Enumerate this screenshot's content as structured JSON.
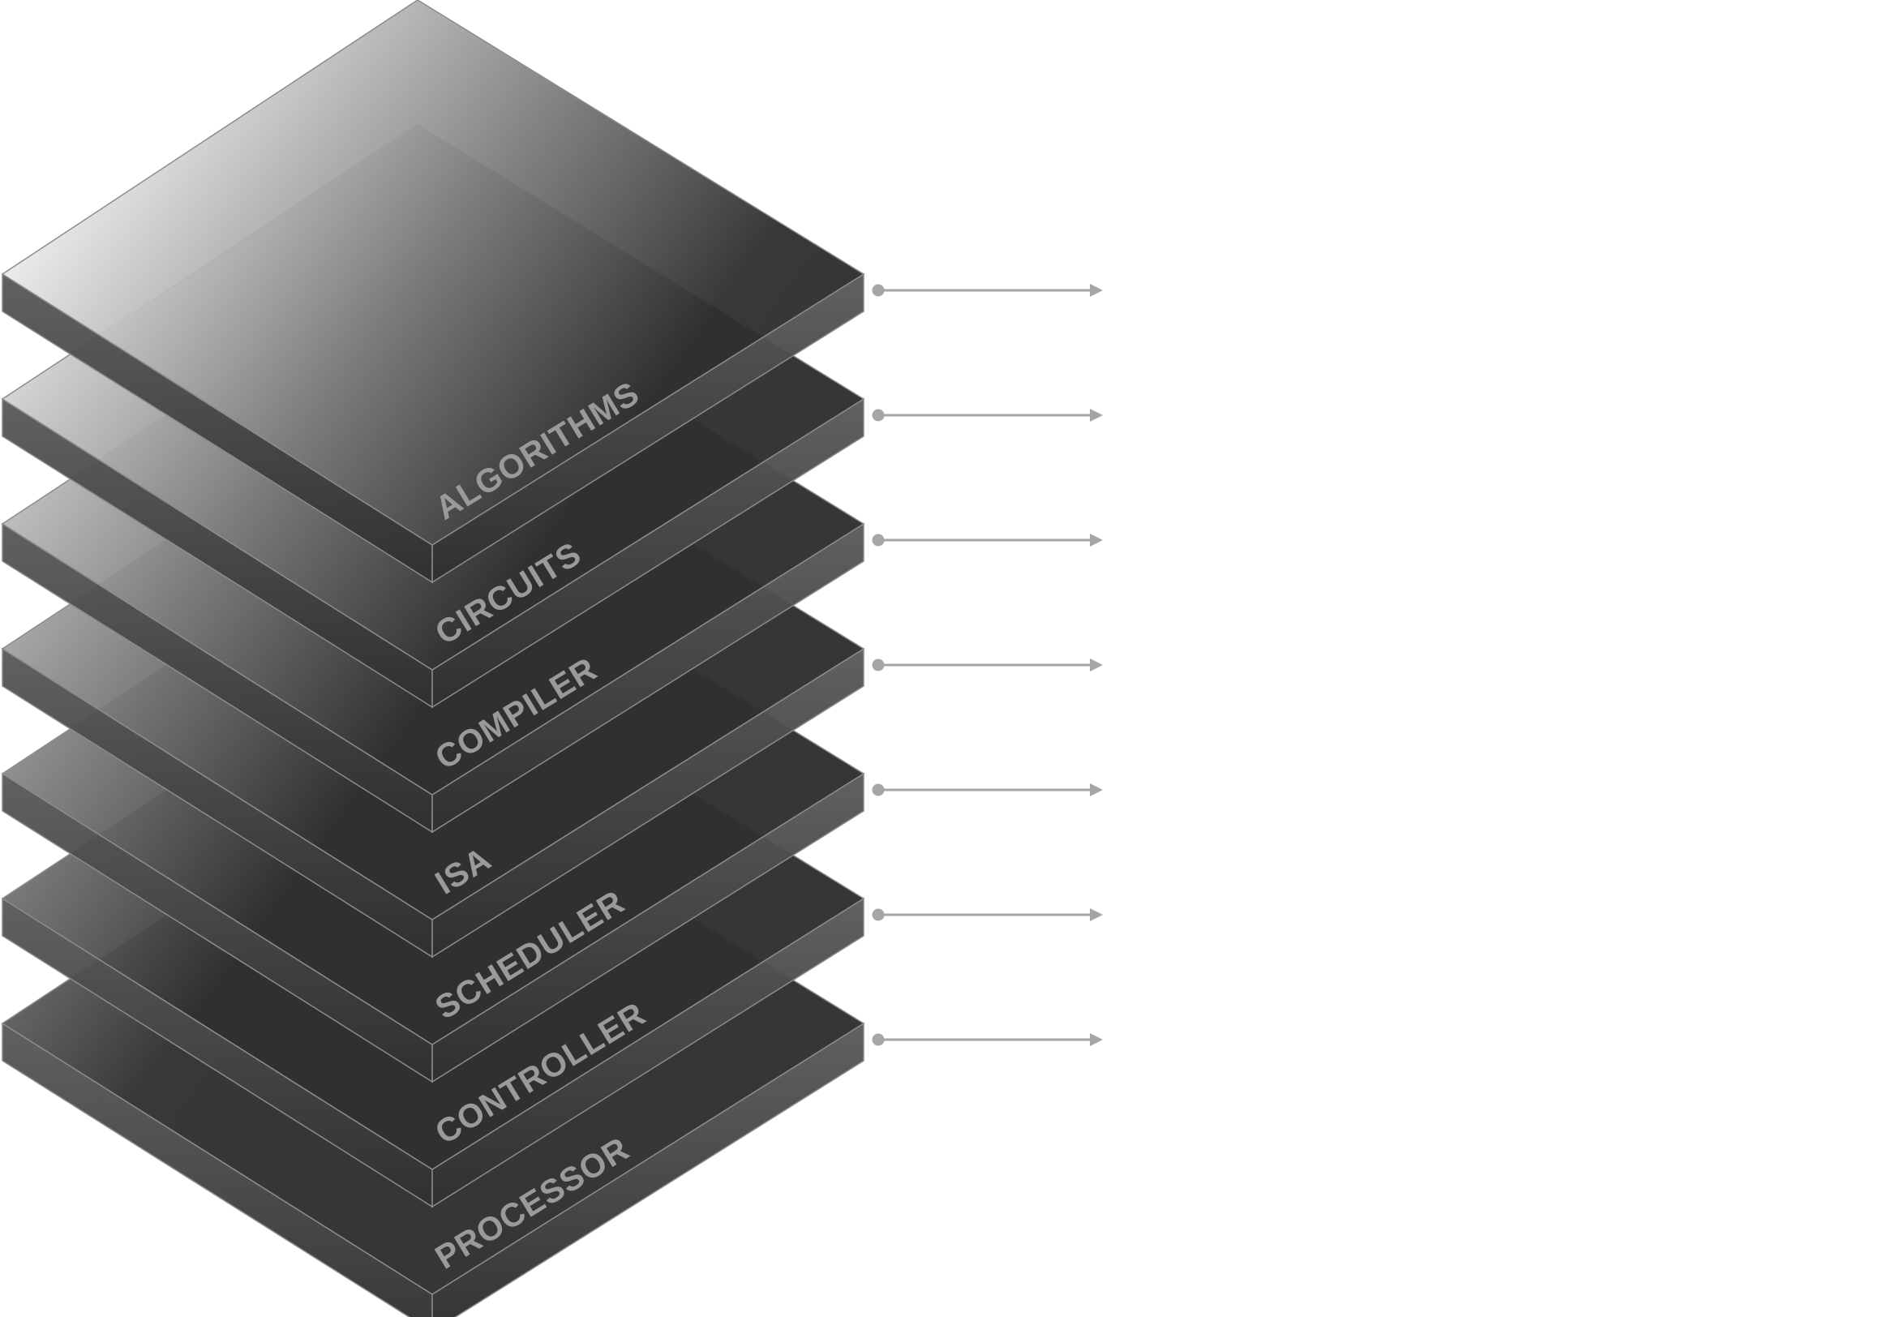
{
  "diagram": {
    "layers": [
      {
        "label": "ALGORITHMS"
      },
      {
        "label": "CIRCUITS"
      },
      {
        "label": "COMPILER"
      },
      {
        "label": "ISA"
      },
      {
        "label": "SCHEDULER"
      },
      {
        "label": "CONTROLLER"
      },
      {
        "label": "PROCESSOR"
      }
    ]
  },
  "colors": {
    "background": "#ffffff",
    "top_light": "#e8e8e8",
    "top_mid": "#7a7a7a",
    "top_dark": "#303030",
    "side": "#5a5a5a",
    "edge": "#8c8c8c",
    "label": "#9a9a9a",
    "connector": "#a6a6a6"
  }
}
